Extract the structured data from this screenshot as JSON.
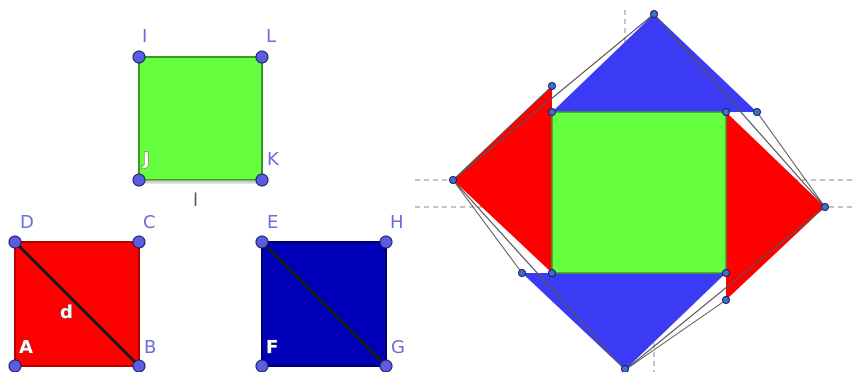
{
  "colors": {
    "green": "#66ff40",
    "red": "#ff0000",
    "light_blue": "#3b3bf5",
    "dark_blue": "#0000bb",
    "point": "#5a5de0",
    "label": "#6a6fd6"
  },
  "labels": {
    "I": "I",
    "L": "L",
    "J": "J",
    "K": "K",
    "segment_l": "l",
    "D": "D",
    "C": "C",
    "A": "A",
    "B": "B",
    "diagonal_d": "d",
    "E": "E",
    "H": "H",
    "F": "F",
    "G": "G"
  }
}
